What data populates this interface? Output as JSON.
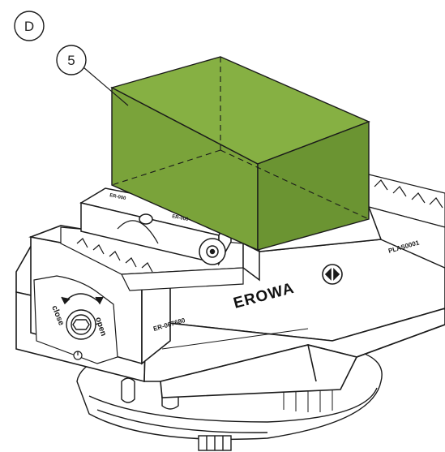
{
  "figure": {
    "view_label": "D",
    "callout_number": "5"
  },
  "vise_markings": {
    "close_label": "close",
    "open_label": "open",
    "brand_name": "EROWA",
    "jaw_code_left": "ER-067680",
    "body_code_right": "PLAS0001",
    "top_jaw_code_1": "ER-000",
    "top_jaw_code_2": "ER-000"
  },
  "colors": {
    "workpiece_green": "#7aa33a",
    "workpiece_green_dark": "#6b9432",
    "outline": "#1a1a1a"
  }
}
